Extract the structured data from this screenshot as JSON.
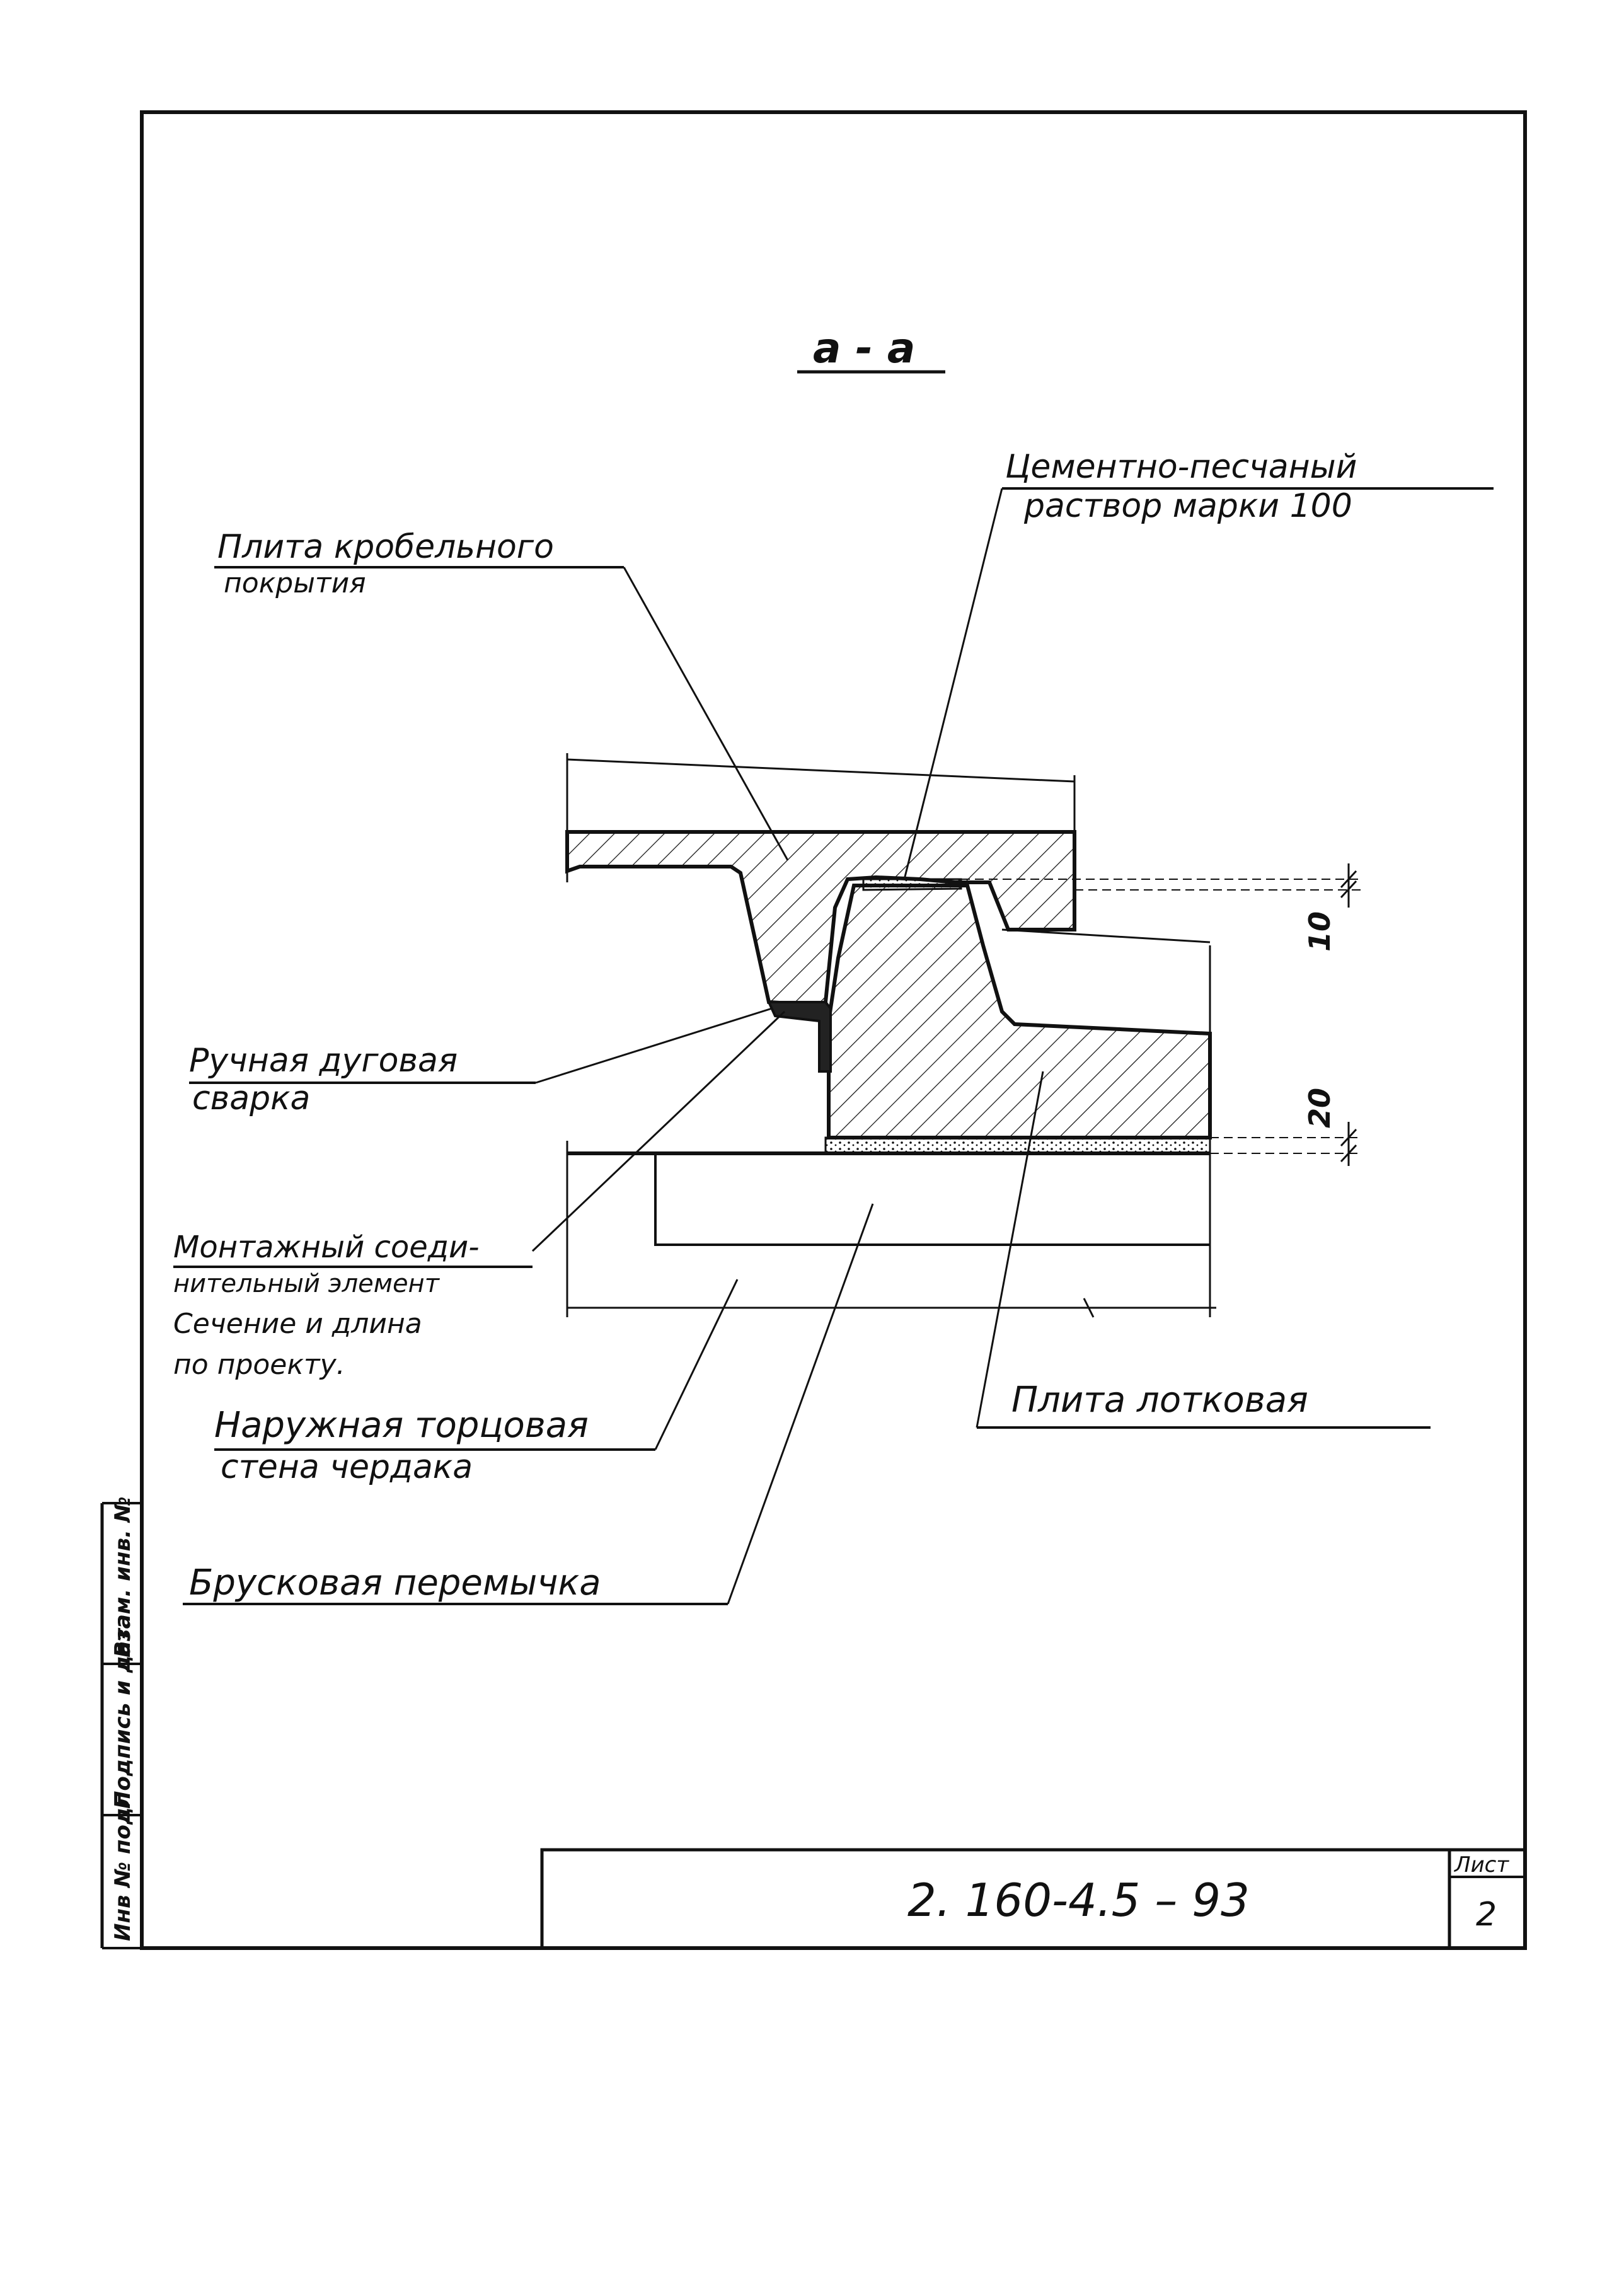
{
  "section_title": "a - a",
  "labels": {
    "cement_mortar_line1": "Цементно-песчаный",
    "cement_mortar_line2": "раствор марки 100",
    "roof_slab_line1": "Плита кробельного",
    "roof_slab_line2": "покрытия",
    "welding_line1": "Ручная дуговая",
    "welding_line2": "сварка",
    "connector_line1": "Монтажный соеди-",
    "connector_line2": "нительный элемент",
    "connector_line3": "Сечение и длина",
    "connector_line4": "по проекту.",
    "outer_wall_line1": "Наружная торцовая",
    "outer_wall_line2": "стена чердака",
    "lintel": "Брусковая перемычка",
    "tray_slab": "Плита лотковая"
  },
  "dimensions": {
    "top": "10",
    "bottom": "20"
  },
  "side_stamp": {
    "cell1": "Инв № подл",
    "cell2": "Подпись и дата",
    "cell3": "Взам. инв. №"
  },
  "title_block": {
    "doc_number": "2. 160-4.5 – 93",
    "sheet_label": "Лист",
    "sheet_number": "2"
  },
  "colors": {
    "ink": "#111111",
    "paper": "#ffffff"
  }
}
